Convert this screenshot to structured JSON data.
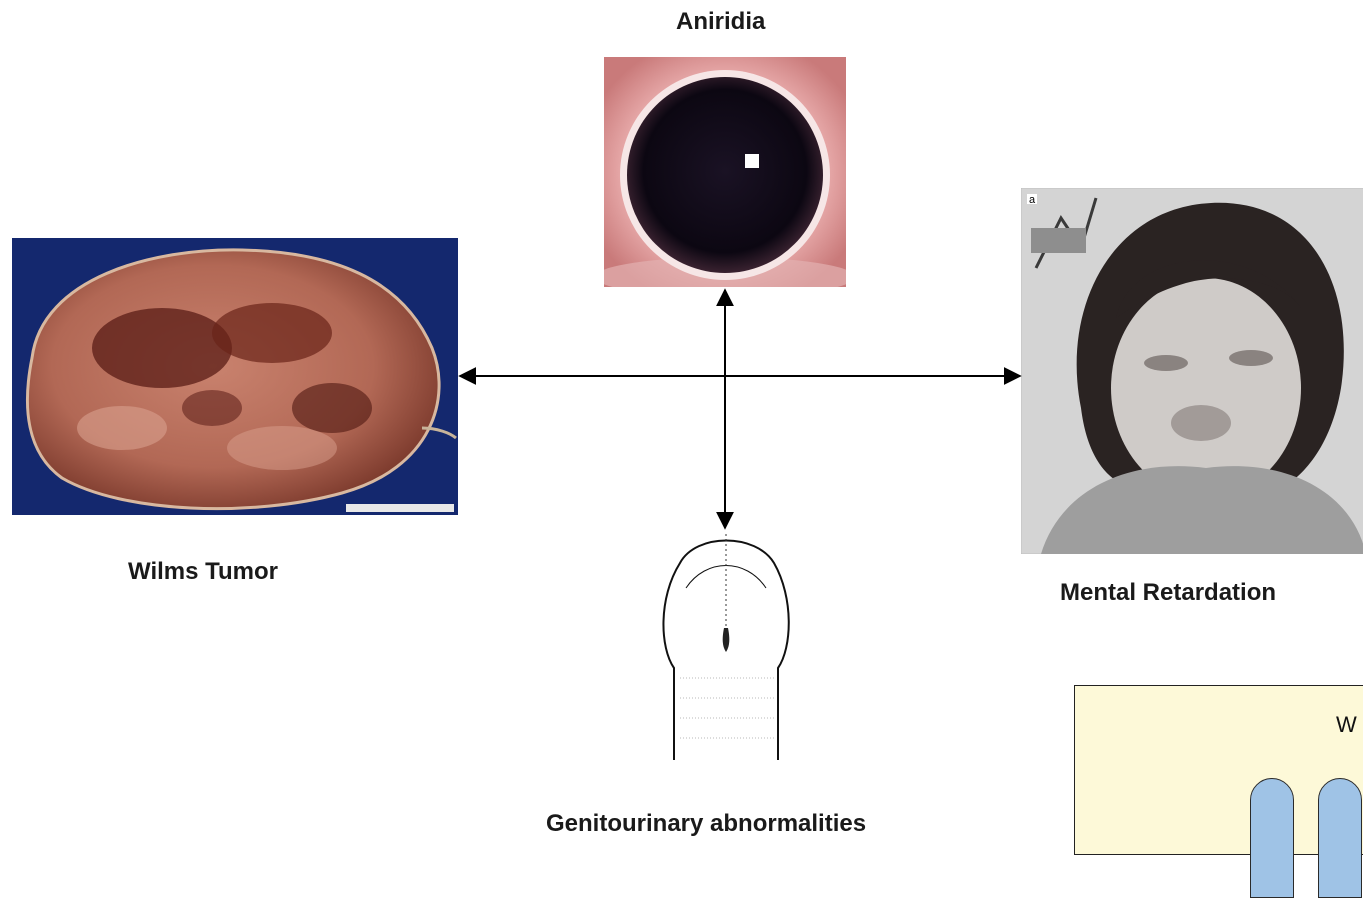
{
  "labels": {
    "top": "Aniridia",
    "left": "Wilms Tumor",
    "right": "Mental Retardation",
    "bottom": "Genitourinary  abnormalities"
  },
  "inset": {
    "title_fragment": "W"
  },
  "photos": {
    "eye": "aniridia-eye-photo",
    "tumor": "wilms-tumor-specimen-photo",
    "face": "patient-face-photo",
    "gu": "genitourinary-line-drawing",
    "face_corner_mark": "a"
  },
  "colors": {
    "inset_background": "#fdf9d8",
    "pill_fill": "#9fc3e6",
    "tumor_background": "#14286e"
  }
}
